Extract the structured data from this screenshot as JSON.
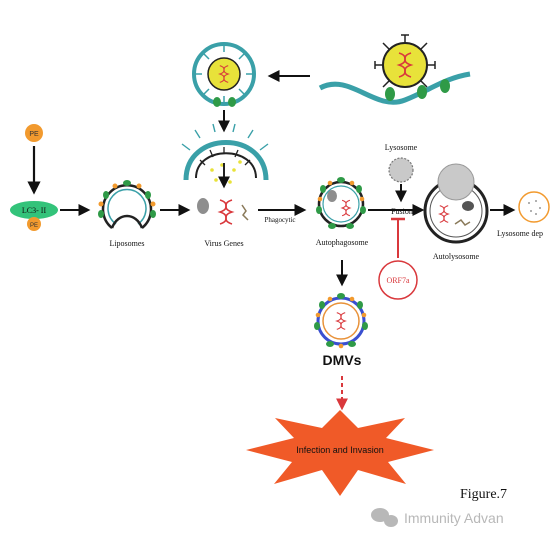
{
  "labels": {
    "pe_top": "PE",
    "lc3": "LC3- II",
    "pe_bottom": "PE",
    "liposomes": "Liposomes",
    "virus_genes": "Virus Genes",
    "phagocytic": "Phagocytic",
    "autophagosome": "Autophagosome",
    "lysosome": "Lysosome",
    "fusion": "Fusion",
    "autolysosome": "Autolysosome",
    "lysosome_dep": "Lysosome dep",
    "orf7a": "ORF7a",
    "dmvs": "DMVs",
    "infection": "Infection and Invasion",
    "figure": "Figure.7",
    "watermark": "Immunity Advan"
  },
  "colors": {
    "membrane_teal": "#3aa0a8",
    "virus_yellow": "#e8e23a",
    "green": "#2f9a47",
    "orange": "#f29a2e",
    "red_rna": "#d9383c",
    "lc3_green": "#33c37a",
    "orf7a_red": "#d9383c",
    "burst_orange": "#f05a28",
    "lysosome_grey": "#c9c9c9"
  },
  "icons": {
    "wechat": "wechat-logo-icon"
  }
}
